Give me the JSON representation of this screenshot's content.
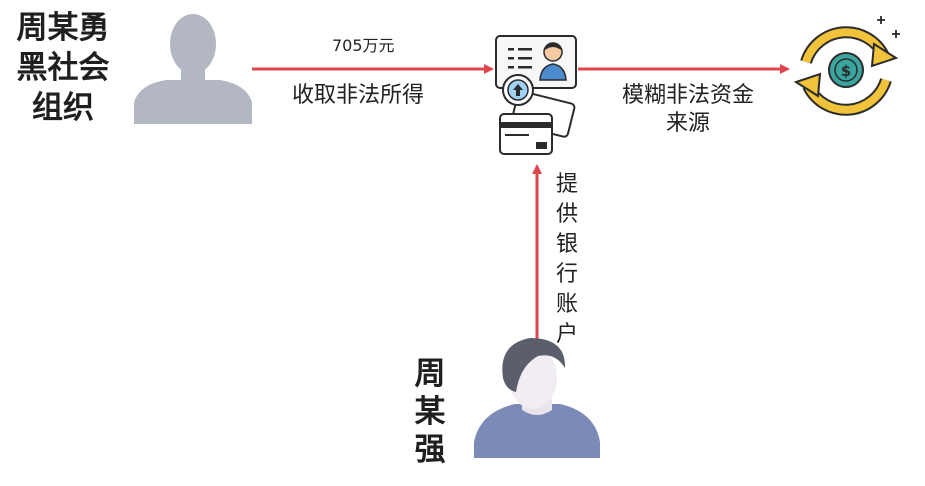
{
  "nodes": {
    "org": {
      "name_lines": [
        "周某勇",
        "黑社会",
        "组织"
      ]
    },
    "person": {
      "name_lines": [
        "周",
        "某",
        "强"
      ]
    }
  },
  "edges": {
    "org_to_bank": {
      "amount": "705万元",
      "label": "收取非法所得"
    },
    "bank_to_money": {
      "label_lines": [
        "模糊非法资金",
        "来源"
      ]
    },
    "person_to_bank": {
      "label_chars": [
        "提",
        "供",
        "银",
        "行",
        "账",
        "户"
      ]
    }
  },
  "colors": {
    "arrow": "#e0474c",
    "silhouette": "#b3b7c2",
    "person_shirt": "#7c8ab8",
    "person_hair": "#5a5f6b",
    "money_ring": "#f1c33a",
    "money_coin": "#3aa6a0"
  }
}
